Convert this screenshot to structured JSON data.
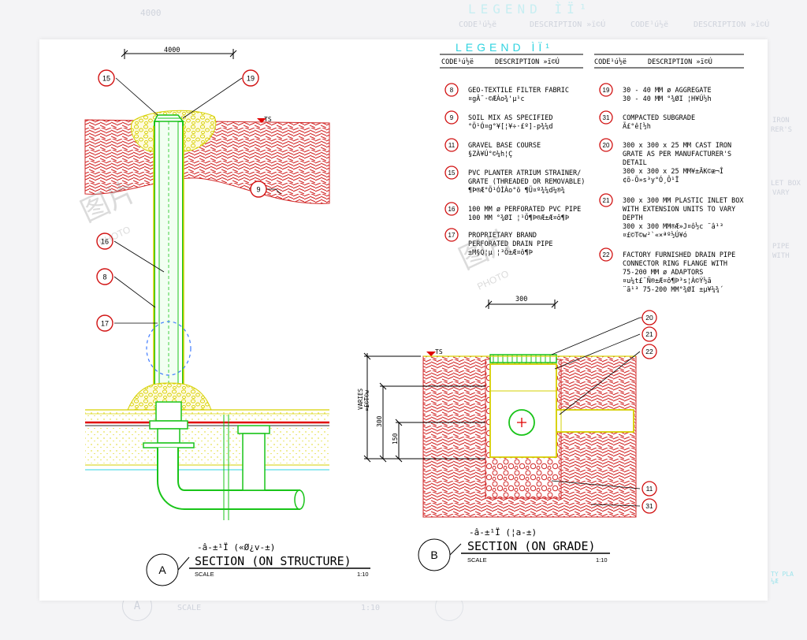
{
  "background_ghost": {
    "dim_top": "4000",
    "legend_title": "LEGEND ÌÏ¹",
    "hdr_code": "CODE¹ú½ë",
    "hdr_desc": "DESCRIPTION »ï©Ú",
    "circle_a": "A",
    "scale": "SCALE",
    "ratio": "1:10",
    "frag_1": "IRON",
    "frag_2": "RER'S",
    "frag_3": "LET BOX",
    "frag_4": "VARY",
    "frag_5": "PIPE",
    "frag_6": "WITH",
    "side_stamp": "TY PLA ¼Æ"
  },
  "legend": {
    "title": "LEGEND ÌÏ¹",
    "col_code": "CODE¹ú½ë",
    "col_desc": "DESCRIPTION »ï©Ú",
    "left_items": [
      {
        "code": "8",
        "lines": [
          "GEO-TEXTILE FILTER FABRIC",
          "¤gÂ¨·©ÆÀo¾'µ¹c"
        ]
      },
      {
        "code": "9",
        "lines": [
          "SOIL MIX AS SPECIFIED",
          "°Ö¹Ó¤g°¥[¦¥÷·£º]-p¾¼d"
        ]
      },
      {
        "code": "11",
        "lines": [
          "GRAVEL BASE COURSE",
          "§ZÀ¥Ú°©¼h¦Ç"
        ]
      },
      {
        "code": "15",
        "lines": [
          "PVC PLANTER ATRIUM STRAINER/",
          "GRATE (THREADED OR REMOVABLE)",
          "¶Þ®Æ°Ö¹ÓÌÀo°õ ¶Ü¤º¾¼d¼®¾"
        ]
      },
      {
        "code": "16",
        "lines": [
          "100 MM ø PERFORATED PVC PIPE",
          "100 MM °¾ØI ¦¹Õ¶Þ®Æ±Æ¤ô¶Þ"
        ]
      },
      {
        "code": "17",
        "lines": [
          "PROPRIETARY BRAND",
          "PERFORATED DRAIN PIPE",
          "±M§Q¦µ ¦³Õ±Æ¤ô¶Þ"
        ]
      }
    ],
    "right_items": [
      {
        "code": "19",
        "lines": [
          "30 - 40 MM ø AGGREGATE",
          "30 - 40 MM °¾ØI ¦H¥Ú½h"
        ]
      },
      {
        "code": "31",
        "lines": [
          "COMPACTED SUBGRADE",
          "Ã£°ê[½h"
        ]
      },
      {
        "code": "20",
        "lines": [
          "300 x 300 x 25 MM CAST IRON",
          "GRATE AS PER MANUFACTURER'S",
          "DETAIL",
          "300 x 300 x 25 MM¥±ÄK©æ¬Î",
          "¢õ-Ö»s³y°Ó¸Ô¹Ï"
        ]
      },
      {
        "code": "21",
        "lines": [
          "300 x 300 MM PLASTIC INLET BOX",
          "WITH EXTENSION UNITS TO VARY",
          "DEPTH",
          "300 x 300 MM®Æ»J¤ô½c ¨â¹³",
          "¤£©T©w²`«×ªº½Ú¥ó"
        ]
      },
      {
        "code": "22",
        "lines": [
          "FACTORY FURNISHED DRAIN PIPE",
          "CONNECTOR RING FLANGE WITH",
          "75-200 MM ø ADAPTORS",
          "¤u¼t£¨Ñ®±Æ¤ô¶Þ³s¦À©Ý½ã",
          "¨ã¹³ 75-200 MM°¾ØI ±µ¥¼¾´"
        ]
      }
    ]
  },
  "section_a": {
    "dim_label": "4000",
    "ts_label": "TS",
    "callouts": [
      "15",
      "19",
      "9",
      "16",
      "8",
      "17"
    ],
    "circle": "A",
    "chinese_title": "-â-±¹Ï («Ø¿v-±)",
    "title": "SECTION (ON STRUCTURE)",
    "scale_label": "SCALE",
    "scale_ratio": "1:10"
  },
  "section_b": {
    "dim_top": "300",
    "ts_label": "TS",
    "dim_depth": "VARIES",
    "dim_depth_cn": "¤£©T©w",
    "dim_300": "300",
    "dim_150": "150",
    "callouts": [
      "20",
      "21",
      "22",
      "11",
      "31"
    ],
    "circle": "B",
    "chinese_title": "-â-±¹Ï (¦a-±)",
    "title": "SECTION (ON GRADE)",
    "scale_label": "SCALE",
    "scale_ratio": "1:10"
  },
  "watermark": {
    "brand": "图片",
    "sub": "PHOTO"
  },
  "colors": {
    "pipe_green": "#19c419",
    "soil_red": "#d22828",
    "gravel_yellow": "#e6e400",
    "callout_red": "#d11111",
    "legend_cyan": "#2fd3e0",
    "grade_line": "#e00000"
  }
}
